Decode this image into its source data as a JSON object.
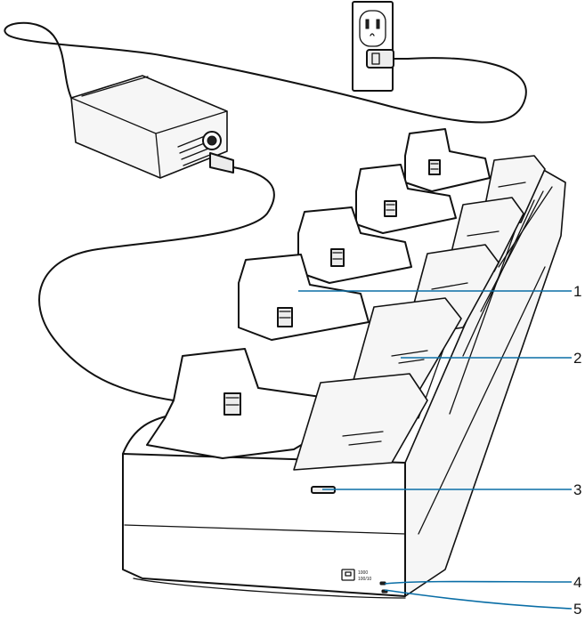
{
  "callouts": [
    {
      "label": "1"
    },
    {
      "label": "2"
    },
    {
      "label": "3"
    },
    {
      "label": "4"
    },
    {
      "label": "5"
    }
  ],
  "port_label": {
    "line1": "1000",
    "line2": "100/10"
  },
  "colors": {
    "leader": "#0a6ea6",
    "outline": "#111111",
    "background": "#ffffff"
  }
}
